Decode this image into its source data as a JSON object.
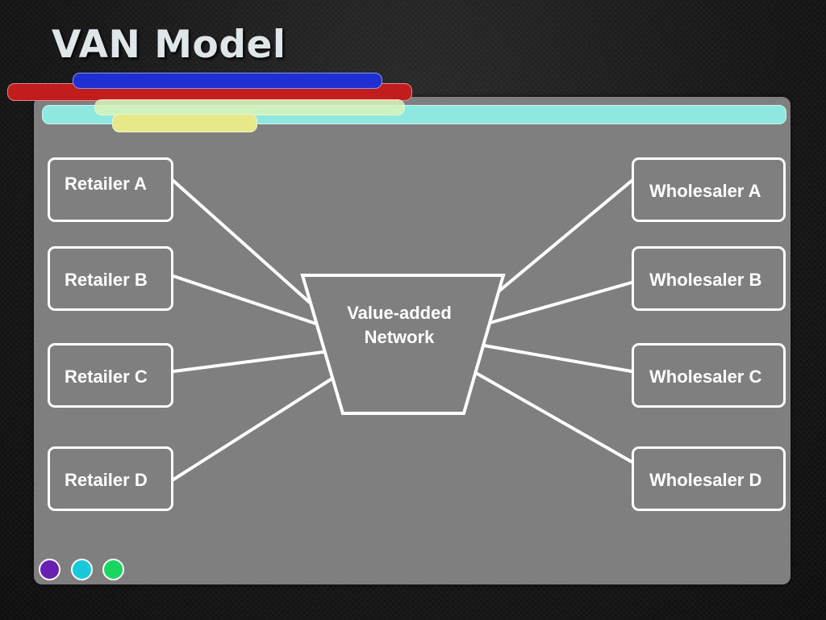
{
  "slide": {
    "title": "VAN Model"
  },
  "diagram": {
    "center": {
      "line1": "Value-added",
      "line2": "Network"
    },
    "retailers": [
      {
        "label": "Retailer A"
      },
      {
        "label": "Retailer B"
      },
      {
        "label": "Retailer C"
      },
      {
        "label": "Retailer D"
      }
    ],
    "wholesalers": [
      {
        "label": "Wholesaler A"
      },
      {
        "label": "Wholesaler B"
      },
      {
        "label": "Wholesaler C"
      },
      {
        "label": "Wholesaler D"
      }
    ]
  },
  "decor": {
    "bar_colors": {
      "cyan": "#8fe8e0",
      "red": "#c21d1d",
      "blue": "#1f2fd0",
      "pale_green": "#d9f3b8",
      "yellow": "#e6e88a"
    },
    "dot_colors": [
      "#6a1fb3",
      "#18c9dc",
      "#19d660"
    ],
    "panel_color": "#7f7f7f",
    "line_color": "#ffffff"
  }
}
